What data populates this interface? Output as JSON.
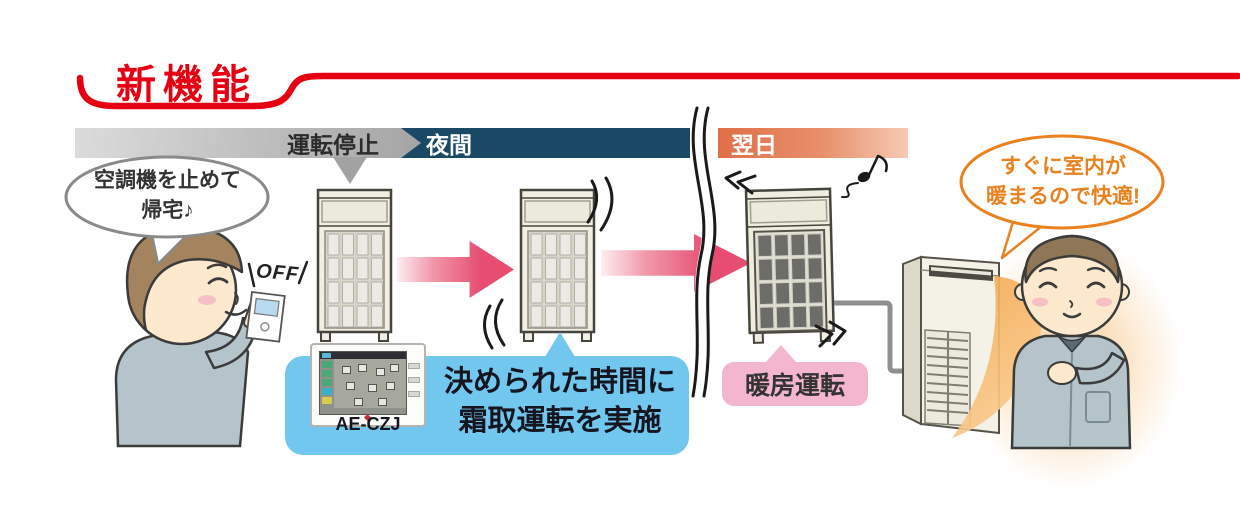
{
  "header": {
    "badge": "新機能"
  },
  "timeline": {
    "stop": "運転停止",
    "night": "夜間",
    "next_day": "翌日"
  },
  "speech_left": {
    "line1": "空調機を止めて",
    "line2": "帰宅♪"
  },
  "remote": {
    "off": "OFF"
  },
  "defrost": {
    "line1": "決められた時間に",
    "line2": "霜取運転を実施",
    "model": "AE-CZJ"
  },
  "heating": {
    "label": "暖房運転"
  },
  "speech_right": {
    "line1": "すぐに室内が",
    "line2": "暖まるので快適!"
  },
  "colors": {
    "accent_red": "#e50012",
    "bar_gray_light": "#dcdcdc",
    "bar_gray_dark": "#a4a4a4",
    "bar_navy": "#1a4965",
    "bar_orange": "#df6f47",
    "bar_orange_light": "#f6cab4",
    "arrow_pink": "#e64d71",
    "arrow_pink_light": "#fdeef1",
    "box_blue": "#72c7ee",
    "box_pink": "#f4b5ce",
    "bubble_orange": "#e9821e",
    "glow_orange": "#f5a94d",
    "text_dark": "#2b2b2b"
  }
}
